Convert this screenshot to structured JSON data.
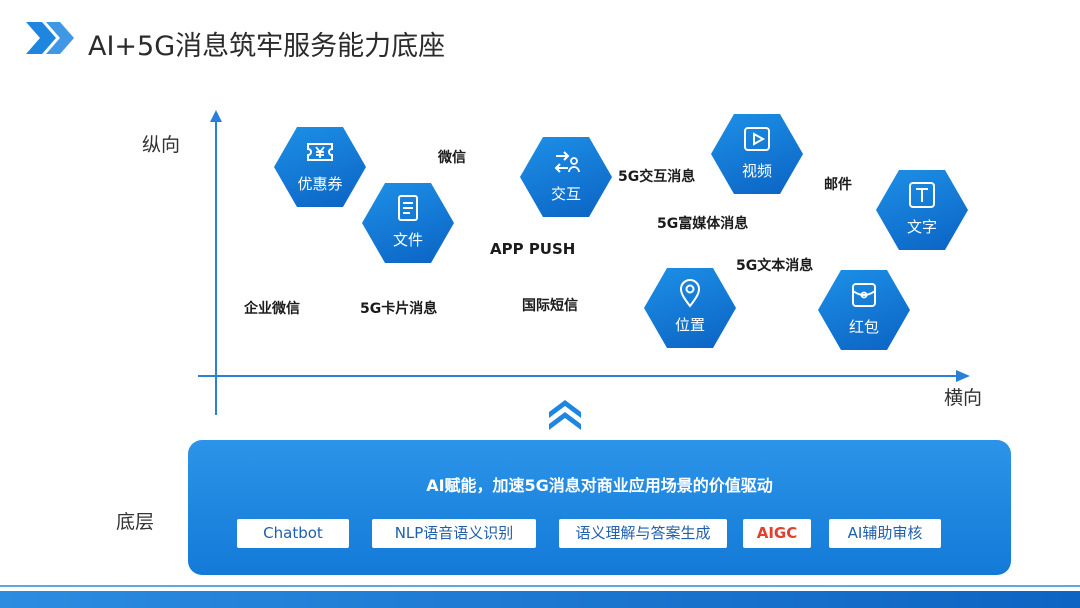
{
  "title": "AI+5G消息筑牢服务能力底座",
  "axes": {
    "vertical": "纵向",
    "horizontal": "横向",
    "base": "底层"
  },
  "hexagons": [
    {
      "label": "优惠券",
      "icon": "coupon-yen-icon"
    },
    {
      "label": "文件",
      "icon": "document-icon"
    },
    {
      "label": "交互",
      "icon": "interaction-exchange-icon"
    },
    {
      "label": "视频",
      "icon": "video-play-icon"
    },
    {
      "label": "文字",
      "icon": "text-t-icon"
    },
    {
      "label": "位置",
      "icon": "location-pin-icon"
    },
    {
      "label": "红包",
      "icon": "red-packet-icon"
    }
  ],
  "words": {
    "weixin": "微信",
    "msg_5g_interact": "5G交互消息",
    "mail": "邮件",
    "rich_media": "5G富媒体消息",
    "app_push": "APP PUSH",
    "text_msg": "5G文本消息",
    "wecom": "企业微信",
    "card_msg": "5G卡片消息",
    "intl_sms": "国际短信"
  },
  "base": {
    "headline": "AI赋能，加速5G消息对商业应用场景的价值驱动",
    "chips": [
      "Chatbot",
      "NLP语音语义识别",
      "语义理解与答案生成",
      "AIGC",
      "AI辅助审核"
    ],
    "highlight_color": "#e0412f"
  },
  "colors": {
    "primary": "#1177d6",
    "accent": "#e0412f"
  }
}
